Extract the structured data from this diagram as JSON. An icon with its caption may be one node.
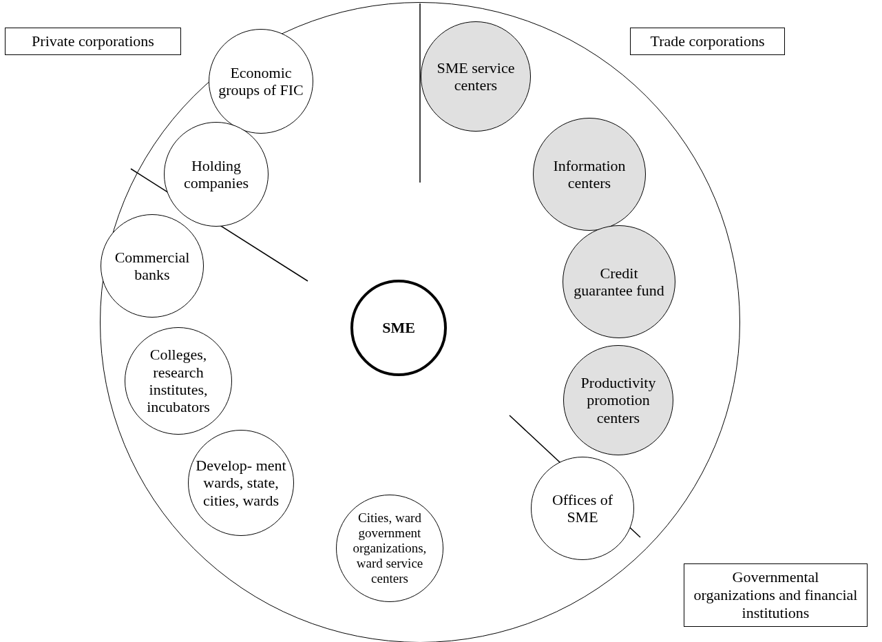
{
  "diagram": {
    "nodes": [
      {
        "text": [
          "Private corporations"
        ]
      },
      {
        "text": [
          "Trade corporations"
        ]
      },
      {
        "text": [],
        "shape": "circle"
      },
      {
        "text": [
          "Economic groups of FIC"
        ],
        "in": 2
      },
      {
        "text": [
          "SME service centers"
        ],
        "in": 2
      },
      {
        "text": [
          "Holding companies"
        ],
        "in": 2
      },
      {
        "text": [
          "Information centers"
        ],
        "in": 2
      },
      {
        "text": [
          "SME"
        ],
        "in": 2
      },
      {
        "text": [
          "Commercial banks"
        ],
        "in": 2
      },
      {
        "text": [
          "Credit guarantee fund"
        ],
        "in": 2
      },
      {
        "text": [
          "Colleges, research institutes, incubators"
        ],
        "in": 2
      },
      {
        "text": [
          "Productivity promotion centers"
        ],
        "in": 2
      },
      {
        "text": [
          "Develop- ment wards, state, cities, wards"
        ],
        "in": 2
      },
      {
        "text": [
          "Offices of SME"
        ],
        "in": 2
      },
      {
        "text": [
          "Cities, ward government organizations, ward service centers"
        ],
        "in": 2
      },
      {
        "text": [
          "Governmental organizations and financial institutions"
        ]
      }
    ]
  }
}
